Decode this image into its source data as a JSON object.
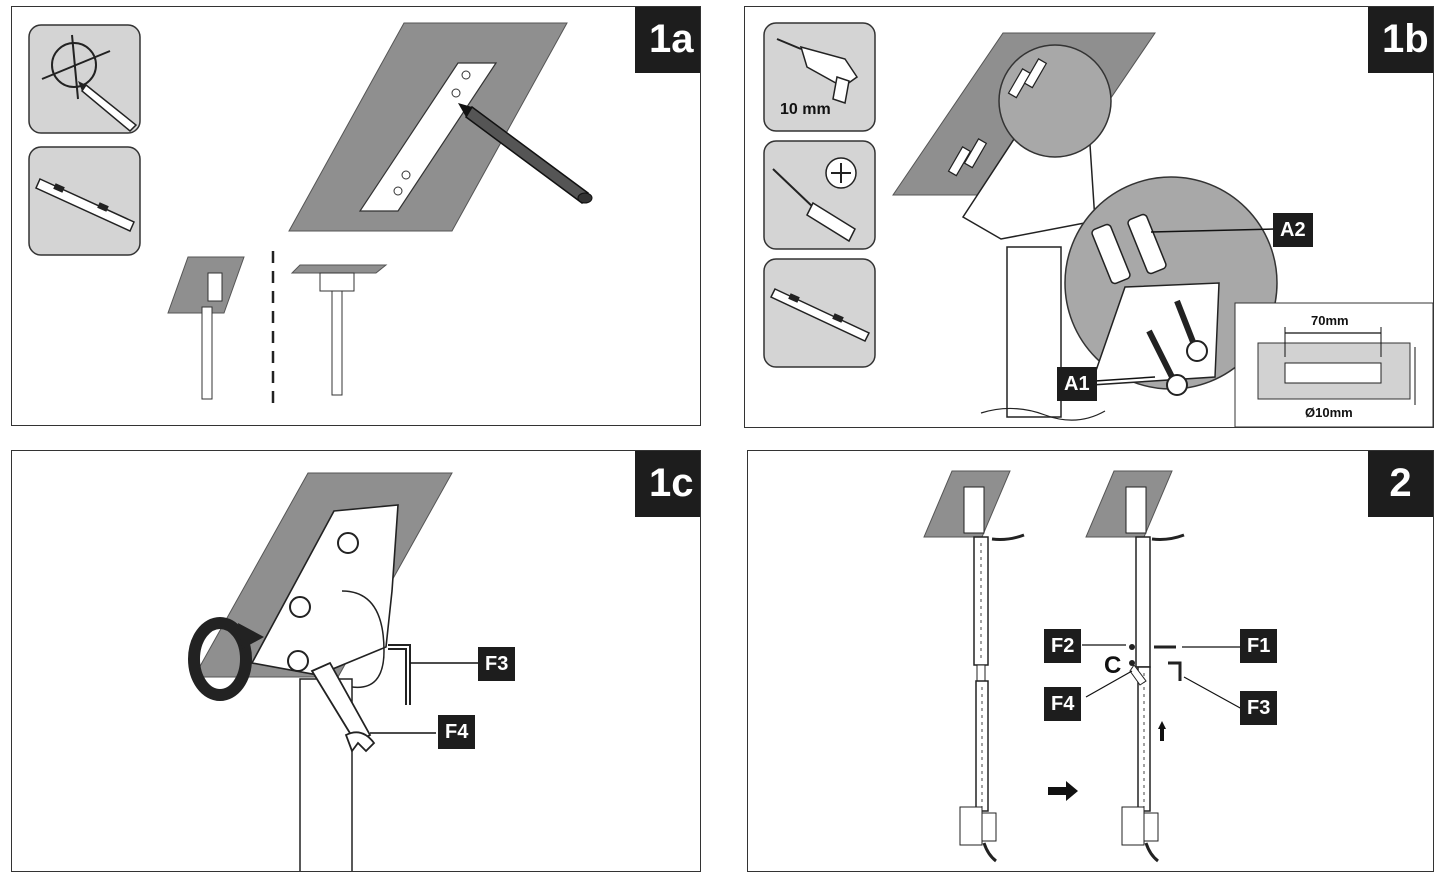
{
  "panels": {
    "p1a": {
      "step": "1a"
    },
    "p1b": {
      "step": "1b",
      "drill_size": "10 mm",
      "labels": {
        "a1": "A1",
        "a2": "A2"
      },
      "detail": {
        "depth": "70mm",
        "diameter": "Ø10mm"
      }
    },
    "p1c": {
      "step": "1c",
      "labels": {
        "f3": "F3",
        "f4": "F4"
      }
    },
    "p2": {
      "step": "2",
      "labels": {
        "f1": "F1",
        "f2": "F2",
        "f3": "F3",
        "f4": "F4"
      }
    }
  },
  "icons": {
    "p1a": [
      "mark-crosshair-pencil-icon",
      "spirit-level-icon"
    ],
    "p1b": [
      "drill-icon",
      "phillips-screwdriver-icon",
      "spirit-level-icon"
    ]
  },
  "colors": {
    "ceiling": "#8f8f8f",
    "badge": "#1d1d1d",
    "tool_box": "#d4d4d4"
  }
}
